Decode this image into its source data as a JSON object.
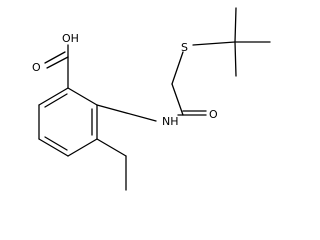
{
  "molecule": {
    "labels": {
      "hydroxyl": "OH",
      "carbonyl_oxygen_acid": "O",
      "sulfur": "S",
      "carbonyl_oxygen_amide": "O",
      "amide_nh": "NH"
    }
  }
}
